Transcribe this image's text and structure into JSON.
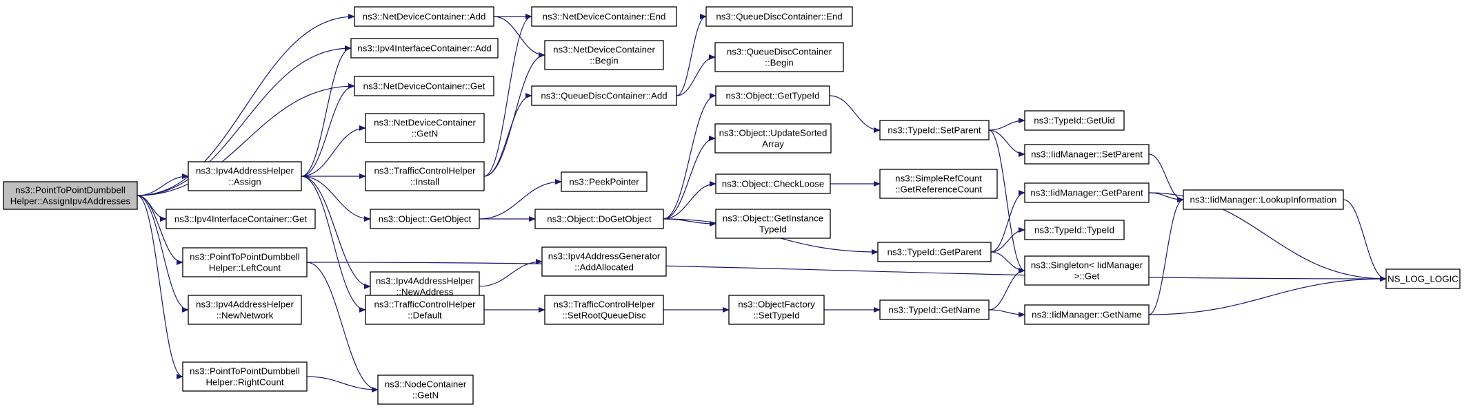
{
  "graph": {
    "title": "",
    "colors": {
      "edge": "#191970",
      "node_border": "#000000",
      "root_fill": "#bfbfbf",
      "node_fill": "#ffffff"
    },
    "nodes": [
      {
        "id": "root",
        "lines": [
          "ns3::PointToPointDumbbell",
          "Helper::AssignIpv4Addresses"
        ],
        "root": true
      },
      {
        "id": "ndcAdd",
        "lines": [
          "ns3::NetDeviceContainer::Add"
        ]
      },
      {
        "id": "ipv4icAdd",
        "lines": [
          "ns3::Ipv4InterfaceContainer::Add"
        ]
      },
      {
        "id": "ndcGet",
        "lines": [
          "ns3::NetDeviceContainer::Get"
        ]
      },
      {
        "id": "ndcGetN",
        "lines": [
          "ns3::NetDeviceContainer",
          "::GetN"
        ]
      },
      {
        "id": "assign",
        "lines": [
          "ns3::Ipv4AddressHelper",
          "::Assign"
        ]
      },
      {
        "id": "tchInstall",
        "lines": [
          "ns3::TrafficControlHelper",
          "::Install"
        ]
      },
      {
        "id": "ipv4icGet",
        "lines": [
          "ns3::Ipv4InterfaceContainer::Get"
        ]
      },
      {
        "id": "objGetObject",
        "lines": [
          "ns3::Object::GetObject"
        ]
      },
      {
        "id": "leftCount",
        "lines": [
          "ns3::PointToPointDumbbell",
          "Helper::LeftCount"
        ]
      },
      {
        "id": "newAddress",
        "lines": [
          "ns3::Ipv4AddressHelper",
          "::NewAddress"
        ]
      },
      {
        "id": "newNetwork",
        "lines": [
          "ns3::Ipv4AddressHelper",
          "::NewNetwork"
        ]
      },
      {
        "id": "tchDefault",
        "lines": [
          "ns3::TrafficControlHelper",
          "::Default"
        ]
      },
      {
        "id": "rightCount",
        "lines": [
          "ns3::PointToPointDumbbell",
          "Helper::RightCount"
        ]
      },
      {
        "id": "ncGetN",
        "lines": [
          "ns3::NodeContainer",
          "::GetN"
        ]
      },
      {
        "id": "ndcEnd",
        "lines": [
          "ns3::NetDeviceContainer::End"
        ]
      },
      {
        "id": "ndcBegin",
        "lines": [
          "ns3::NetDeviceContainer",
          "::Begin"
        ]
      },
      {
        "id": "qdcAdd",
        "lines": [
          "ns3::QueueDiscContainer::Add"
        ]
      },
      {
        "id": "peekPointer",
        "lines": [
          "ns3::PeekPointer"
        ]
      },
      {
        "id": "doGetObject",
        "lines": [
          "ns3::Object::DoGetObject"
        ]
      },
      {
        "id": "addAllocated",
        "lines": [
          "ns3::Ipv4AddressGenerator",
          "::AddAllocated"
        ]
      },
      {
        "id": "setRootQD",
        "lines": [
          "ns3::TrafficControlHelper",
          "::SetRootQueueDisc"
        ]
      },
      {
        "id": "qdcEnd",
        "lines": [
          "ns3::QueueDiscContainer::End"
        ]
      },
      {
        "id": "qdcBegin",
        "lines": [
          "ns3::QueueDiscContainer",
          "::Begin"
        ]
      },
      {
        "id": "objGetTypeId",
        "lines": [
          "ns3::Object::GetTypeId"
        ]
      },
      {
        "id": "objUpdate",
        "lines": [
          "ns3::Object::UpdateSorted",
          "Array"
        ]
      },
      {
        "id": "objCheckLoose",
        "lines": [
          "ns3::Object::CheckLoose"
        ]
      },
      {
        "id": "objGetInstance",
        "lines": [
          "ns3::Object::GetInstance",
          "TypeId"
        ]
      },
      {
        "id": "ofSetTypeId",
        "lines": [
          "ns3::ObjectFactory",
          "::SetTypeId"
        ]
      },
      {
        "id": "tidSetParent",
        "lines": [
          "ns3::TypeId::SetParent"
        ]
      },
      {
        "id": "srcGetRef",
        "lines": [
          "ns3::SimpleRefCount",
          "::GetReferenceCount"
        ]
      },
      {
        "id": "tidGetParent",
        "lines": [
          "ns3::TypeId::GetParent"
        ]
      },
      {
        "id": "tidGetName",
        "lines": [
          "ns3::TypeId::GetName"
        ]
      },
      {
        "id": "tidGetUid",
        "lines": [
          "ns3::TypeId::GetUid"
        ]
      },
      {
        "id": "iidSetParent",
        "lines": [
          "ns3::IidManager::SetParent"
        ]
      },
      {
        "id": "iidGetParent",
        "lines": [
          "ns3::IidManager::GetParent"
        ]
      },
      {
        "id": "tidTypeId",
        "lines": [
          "ns3::TypeId::TypeId"
        ]
      },
      {
        "id": "singletonGet",
        "lines": [
          "ns3::Singleton< IidManager",
          " >::Get"
        ]
      },
      {
        "id": "iidGetName",
        "lines": [
          "ns3::IidManager::GetName"
        ]
      },
      {
        "id": "iidLookup",
        "lines": [
          "ns3::IidManager::LookupInformation"
        ]
      },
      {
        "id": "nsLogLogic",
        "lines": [
          "NS_LOG_LOGIC"
        ]
      }
    ],
    "edges": [
      [
        "root",
        "ndcAdd"
      ],
      [
        "root",
        "ipv4icAdd"
      ],
      [
        "root",
        "ndcGet"
      ],
      [
        "root",
        "assign"
      ],
      [
        "root",
        "ipv4icGet"
      ],
      [
        "root",
        "leftCount"
      ],
      [
        "root",
        "newNetwork"
      ],
      [
        "root",
        "rightCount"
      ],
      [
        "assign",
        "ipv4icAdd"
      ],
      [
        "assign",
        "ndcGet"
      ],
      [
        "assign",
        "ndcGetN"
      ],
      [
        "assign",
        "tchInstall"
      ],
      [
        "assign",
        "objGetObject"
      ],
      [
        "assign",
        "newAddress"
      ],
      [
        "assign",
        "tchDefault"
      ],
      [
        "tchInstall",
        "ndcEnd"
      ],
      [
        "tchInstall",
        "ndcBegin"
      ],
      [
        "tchInstall",
        "qdcAdd"
      ],
      [
        "ndcAdd",
        "ndcEnd"
      ],
      [
        "ndcAdd",
        "ndcBegin"
      ],
      [
        "qdcAdd",
        "qdcEnd"
      ],
      [
        "qdcAdd",
        "qdcBegin"
      ],
      [
        "objGetObject",
        "peekPointer"
      ],
      [
        "objGetObject",
        "doGetObject"
      ],
      [
        "doGetObject",
        "objGetTypeId"
      ],
      [
        "doGetObject",
        "objUpdate"
      ],
      [
        "doGetObject",
        "objCheckLoose"
      ],
      [
        "doGetObject",
        "objGetInstance"
      ],
      [
        "doGetObject",
        "tidGetParent"
      ],
      [
        "objCheckLoose",
        "srcGetRef"
      ],
      [
        "newAddress",
        "addAllocated"
      ],
      [
        "tchDefault",
        "setRootQD"
      ],
      [
        "setRootQD",
        "ofSetTypeId"
      ],
      [
        "ofSetTypeId",
        "tidGetName"
      ],
      [
        "objGetTypeId",
        "tidSetParent"
      ],
      [
        "tidSetParent",
        "tidGetUid"
      ],
      [
        "tidSetParent",
        "iidSetParent"
      ],
      [
        "tidSetParent",
        "singletonGet"
      ],
      [
        "tidGetParent",
        "iidGetParent"
      ],
      [
        "tidGetParent",
        "tidTypeId"
      ],
      [
        "tidGetParent",
        "singletonGet"
      ],
      [
        "tidGetName",
        "singletonGet"
      ],
      [
        "tidGetName",
        "iidGetName"
      ],
      [
        "iidSetParent",
        "iidLookup"
      ],
      [
        "iidGetParent",
        "iidLookup"
      ],
      [
        "iidGetParent",
        "nsLogLogic"
      ],
      [
        "iidGetName",
        "iidLookup"
      ],
      [
        "iidGetName",
        "nsLogLogic"
      ],
      [
        "iidLookup",
        "nsLogLogic"
      ],
      [
        "leftCount",
        "nsLogLogic"
      ],
      [
        "leftCount",
        "ncGetN"
      ],
      [
        "rightCount",
        "ncGetN"
      ]
    ]
  }
}
